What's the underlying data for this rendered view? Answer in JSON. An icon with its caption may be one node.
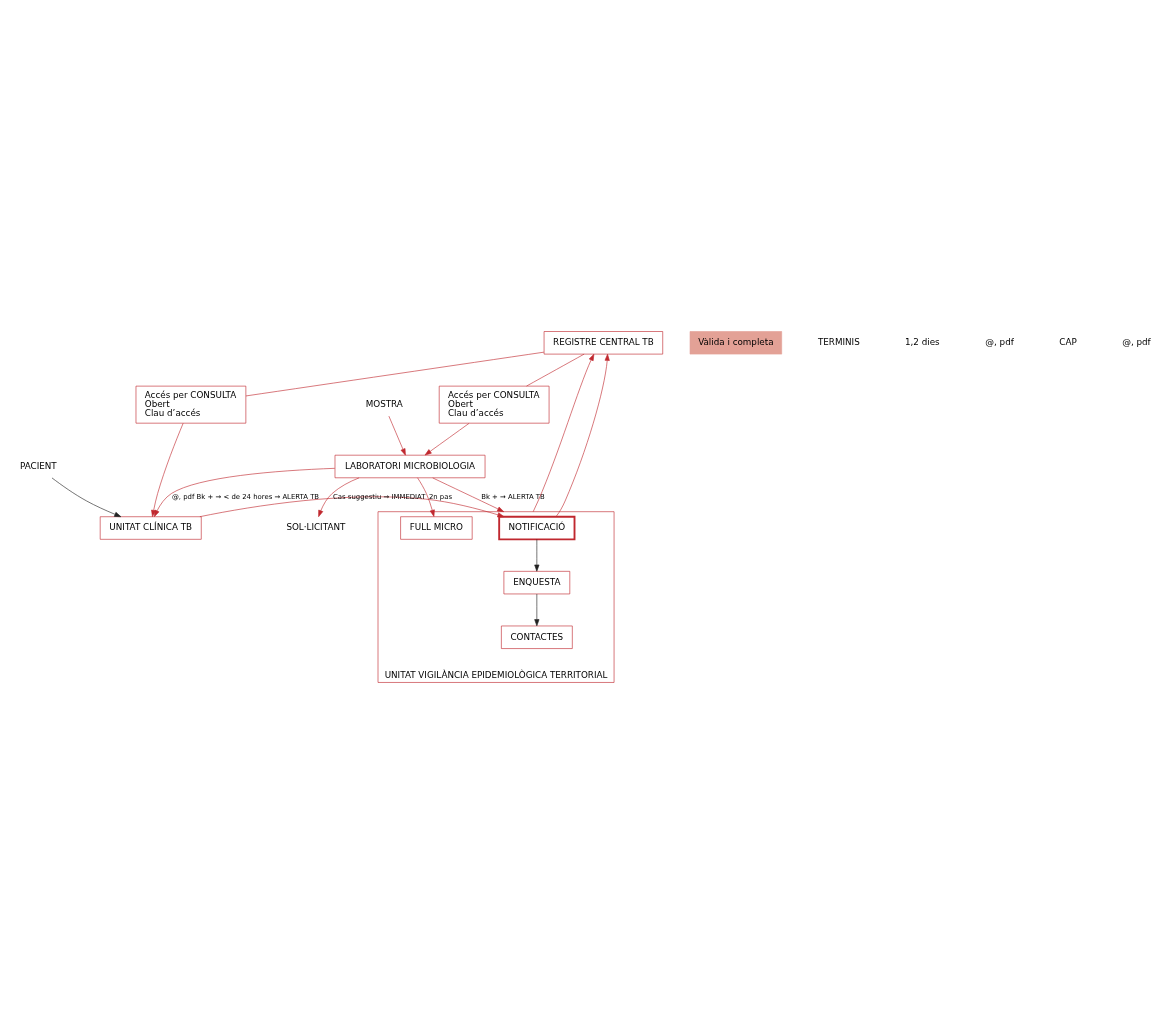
{
  "diagram": {
    "nodes": [
      {
        "text": [
          "PACIENT"
        ]
      },
      {
        "text": [
          "SOL·LICITANT"
        ]
      },
      {
        "text": [
          "MOSTRA"
        ]
      },
      {
        "text": [
          "UNITAT CLÍNICA TB"
        ]
      },
      {
        "text": [
          "LABORATORI MICROBIOLOGIA"
        ]
      },
      {
        "text": [
          "UNITAT VIGILÀNCIA EPIDEMIOLÒGICA TERRITORIAL"
        ]
      },
      {
        "text": [
          "NOTIFICACIÓ"
        ],
        "in": 5
      },
      {
        "text": [
          "ENQUESTA"
        ],
        "in": 5
      },
      {
        "text": [
          "CONTACTES"
        ],
        "in": 5
      },
      {
        "text": [
          "FULL MICRO"
        ],
        "in": 5
      },
      {
        "text": [
          "Vàlida i completa"
        ]
      },
      {
        "text": [
          "Accés per CONSULTA",
          "Obert",
          "Clau d’accés"
        ]
      },
      {
        "text": [
          "REGISTRE CENTRAL TB"
        ]
      },
      {
        "text": [
          "Accés per CONSULTA",
          "Obert",
          "Clau d’accés"
        ]
      }
    ],
    "edges": [
      {
        "from": 0,
        "to": 3,
        "arrow": "to",
        "color": "#222222"
      },
      {
        "from": 4,
        "to": 1,
        "arrow": "to"
      },
      {
        "from": 2,
        "to": 4,
        "arrow": "to"
      },
      {
        "from": 4,
        "to": 3,
        "arrow": "to",
        "label": "@, pdf Bk + → < de 24 hores → ALERTA TB"
      },
      {
        "from": 3,
        "to": 6,
        "arrow": "to",
        "label": "Cas suggestiu → IMMEDIAT"
      },
      {
        "from": 4,
        "to": 5,
        "arrow": "to",
        "label": "Bk + → ALERTA TB"
      },
      {
        "from": 4,
        "to": 9,
        "arrow": "to",
        "label": "2n pas"
      },
      {
        "from": 6,
        "to": 7,
        "arrow": "to",
        "color": "#222222"
      },
      {
        "from": 7,
        "to": 8,
        "arrow": "to",
        "color": "#222222"
      },
      {
        "from": 5,
        "to": 12,
        "arrow": "to"
      },
      {
        "from": 6,
        "to": 12,
        "arrow": "to"
      },
      {
        "from": 12,
        "to": 11,
        "arrow": "none"
      },
      {
        "from": 11,
        "to": 3,
        "arrow": "to"
      },
      {
        "from": 12,
        "to": 13,
        "arrow": "none"
      },
      {
        "from": 13,
        "to": 4,
        "arrow": "to"
      }
    ],
    "labels": [
      "TERMINIS",
      "1,2 dies",
      "@, pdf",
      "CAP",
      "@, pdf"
    ]
  }
}
